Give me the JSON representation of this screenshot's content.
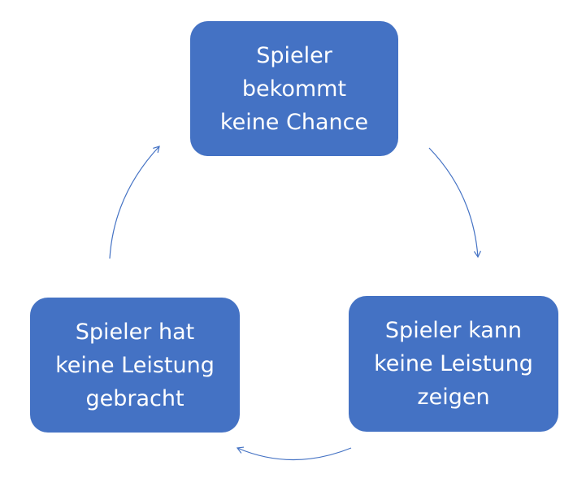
{
  "diagram": {
    "nodes": [
      {
        "id": "top",
        "label": "Spieler\nbekommt\nkeine Chance"
      },
      {
        "id": "right",
        "label": "Spieler kann\nkeine Leistung\nzeigen"
      },
      {
        "id": "left",
        "label": "Spieler hat\nkeine Leistung\ngebracht"
      }
    ],
    "edges": [
      {
        "from": "top",
        "to": "right"
      },
      {
        "from": "right",
        "to": "left"
      },
      {
        "from": "left",
        "to": "top"
      }
    ],
    "colors": {
      "node_fill": "#4472c4",
      "node_text": "#ffffff",
      "arrow": "#4472c4"
    }
  }
}
